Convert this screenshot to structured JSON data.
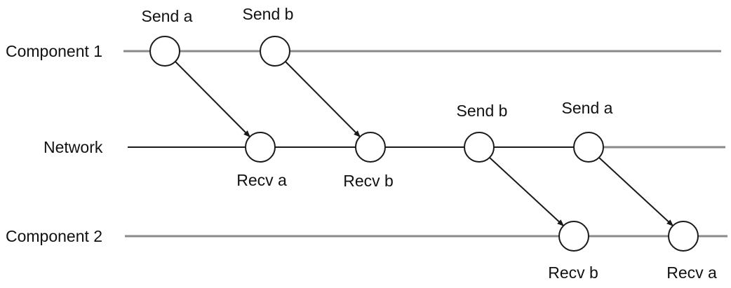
{
  "diagram": {
    "type": "message-sequence-timeline",
    "background_color": "#ffffff",
    "timeline_color": "#8a8a8a",
    "event_stroke_color": "#1a1a1a",
    "arrow_color": "#1a1a1a",
    "circle_fill_color": "#ffffff",
    "lanes": [
      {
        "label": "Component 1"
      },
      {
        "label": "Network"
      },
      {
        "label": "Component 2"
      }
    ],
    "events": [
      {
        "label": "Send a",
        "lane": "Component 1",
        "label_position": "above"
      },
      {
        "label": "Send b",
        "lane": "Component 1",
        "label_position": "above"
      },
      {
        "label": "Recv a",
        "lane": "Network",
        "label_position": "below"
      },
      {
        "label": "Recv b",
        "lane": "Network",
        "label_position": "below"
      },
      {
        "label": "Send b",
        "lane": "Network",
        "label_position": "above"
      },
      {
        "label": "Send a",
        "lane": "Network",
        "label_position": "above"
      },
      {
        "label": "Recv b",
        "lane": "Component 2",
        "label_position": "below"
      },
      {
        "label": "Recv a",
        "lane": "Component 2",
        "label_position": "below"
      }
    ],
    "arrows": [
      {
        "message": "a",
        "from": "Send a (Component 1)",
        "to": "Recv a (Network)"
      },
      {
        "message": "b",
        "from": "Send b (Component 1)",
        "to": "Recv b (Network)"
      },
      {
        "message": "b",
        "from": "Send b (Network)",
        "to": "Recv b (Component 2)"
      },
      {
        "message": "a",
        "from": "Send a (Network)",
        "to": "Recv a (Component 2)"
      }
    ]
  }
}
